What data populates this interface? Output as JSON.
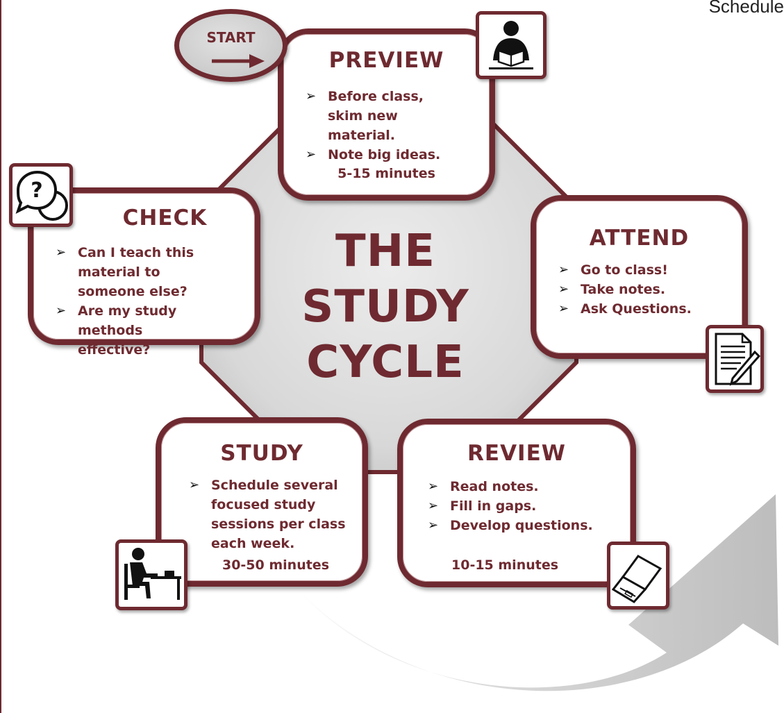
{
  "corner_text": "Schedule",
  "start": {
    "label": "START"
  },
  "center_title": {
    "line1": "THE",
    "line2": "STUDY",
    "line3": "CYCLE"
  },
  "boxes": {
    "preview": {
      "title": "PREVIEW",
      "items": [
        "Before class, skim new material.",
        "Note big ideas."
      ],
      "time": "5-15 minutes"
    },
    "attend": {
      "title": "ATTEND",
      "items": [
        "Go to class!",
        "Take notes.",
        "Ask Questions."
      ]
    },
    "review": {
      "title": "REVIEW",
      "items": [
        "Read notes.",
        "Fill in gaps.",
        "Develop questions."
      ],
      "time": "10-15 minutes"
    },
    "study": {
      "title": "STUDY",
      "items": [
        "Schedule several focused study sessions per class each week."
      ],
      "time": "30-50 minutes"
    },
    "check": {
      "title": "CHECK",
      "items": [
        "Can I teach this material to someone else?",
        "Are my study methods effective?"
      ]
    }
  },
  "icons": {
    "preview": "person-reading-icon",
    "attend": "notepad-pen-icon",
    "review": "laptop-icon",
    "study": "person-at-desk-icon",
    "check": "question-speech-bubbles-icon"
  },
  "colors": {
    "maroon": "#6e2a30",
    "center_fill": "#dcdcdc",
    "arrow_gray": "#cfcfcf"
  }
}
